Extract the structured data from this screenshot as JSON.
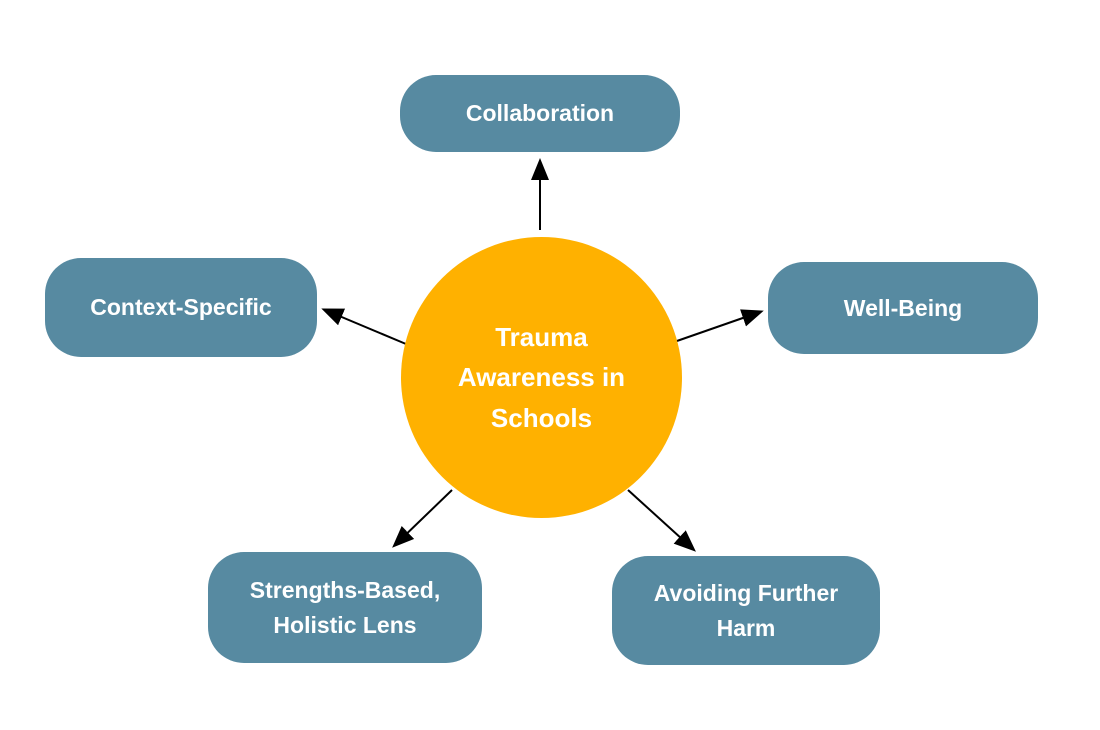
{
  "title": "Trauma Awareness in Schools diagram",
  "colors": {
    "background": "#FFFFFF",
    "center_fill": "#FFB100",
    "node_fill": "#578AA1",
    "text": "#FFFFFF",
    "arrow": "#000000"
  },
  "center": {
    "label": "Trauma\nAwareness in\nSchools"
  },
  "nodes": {
    "collaboration": {
      "label": "Collaboration"
    },
    "well_being": {
      "label": "Well-Being"
    },
    "context_specific": {
      "label": "Context-Specific"
    },
    "strengths_based": {
      "label": "Strengths-Based,\nHolistic Lens"
    },
    "avoiding_harm": {
      "label": "Avoiding Further\nHarm"
    }
  }
}
